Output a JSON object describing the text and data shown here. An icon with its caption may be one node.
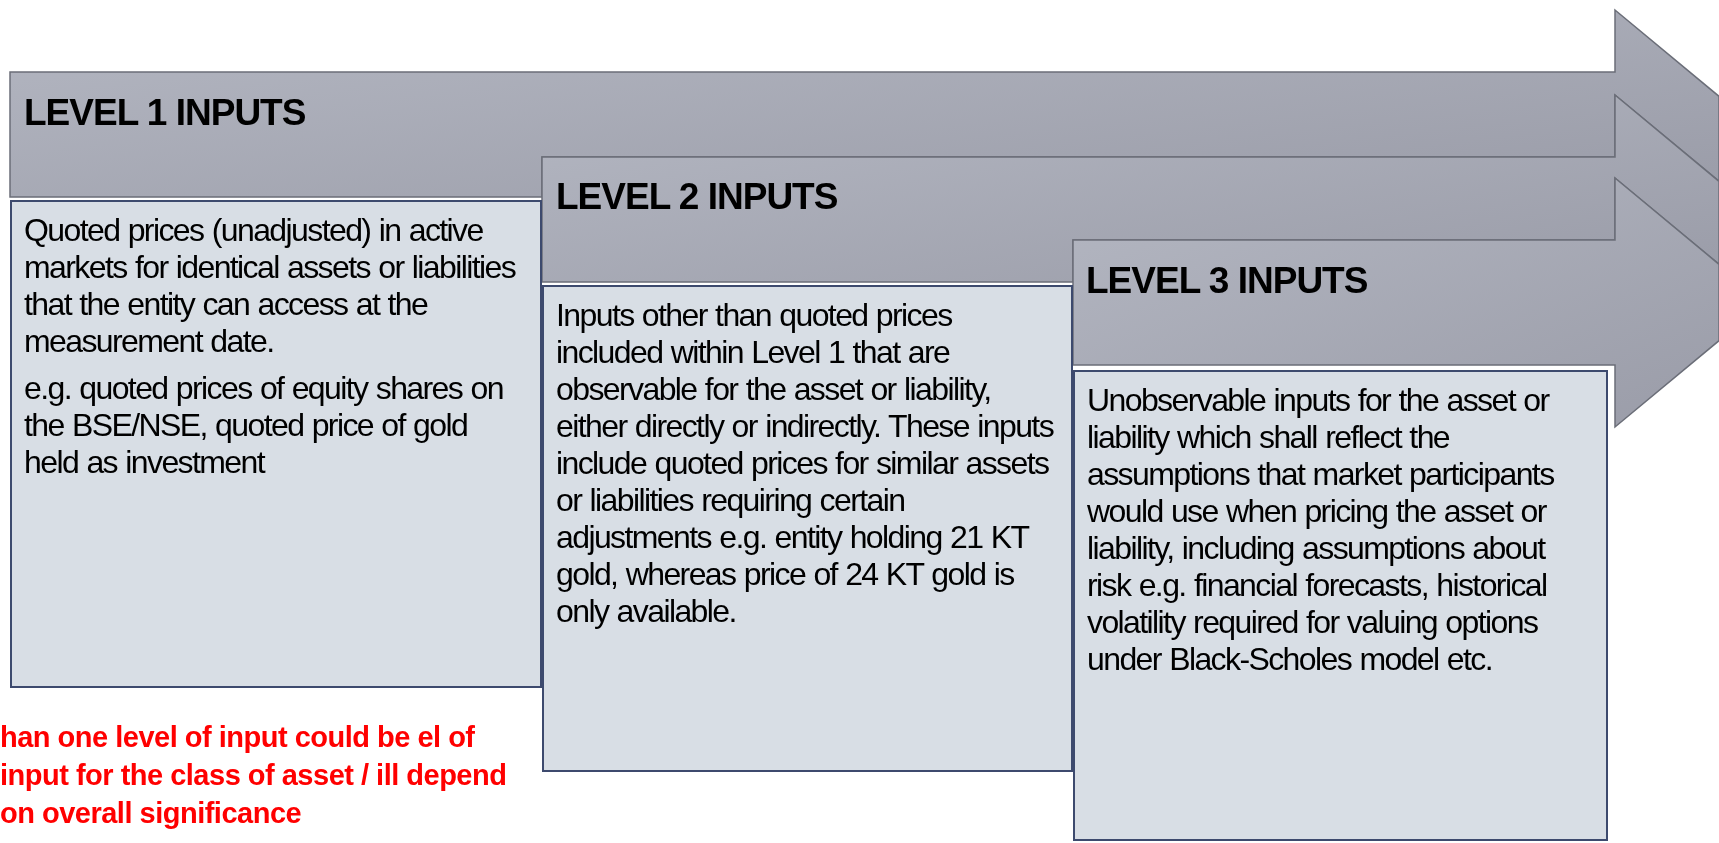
{
  "diagram": {
    "nodes": [
      {
        "text": [
          "LEVEL 1 INPUTS"
        ]
      },
      {
        "text": [
          "Quoted prices (unadjusted) in active markets for identical assets or liabilities that the entity can access at the measurement date.",
          "e.g. quoted prices of equity shares on the BSE/NSE, quoted price of gold held as investment"
        ]
      },
      {
        "text": [
          "LEVEL 2 INPUTS"
        ]
      },
      {
        "text": [
          "Inputs other than quoted prices included within Level 1 that are observable for the asset or liability, either directly or indirectly. These inputs include quoted prices for similar assets or liabilities requiring certain adjustments e.g. entity holding 21 KT gold, whereas price of 24 KT gold is only available."
        ]
      },
      {
        "text": [
          "LEVEL 3 INPUTS"
        ]
      },
      {
        "text": [
          "Unobservable inputs for the asset or liability which shall reflect the assumptions that market participants would use when pricing the asset or liability, including assumptions about risk e.g. financial forecasts, historical volatility required for valuing options under Black-Scholes model etc."
        ]
      }
    ],
    "edges": [],
    "labels": [
      "han one level of input could be el of input for the class of asset / ill depend on overall significance"
    ]
  }
}
